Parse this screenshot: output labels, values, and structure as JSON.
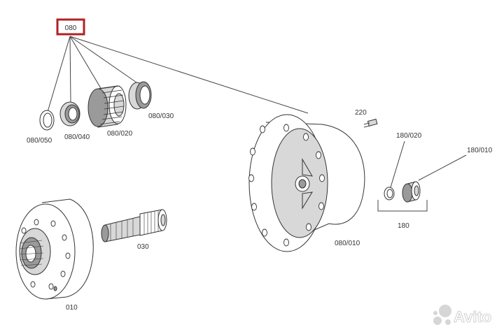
{
  "highlight": {
    "label": "080",
    "color": "#b22222"
  },
  "parts": {
    "p080_050": "080/050",
    "p080_040": "080/040",
    "p080_020": "080/020",
    "p080_030": "080/030",
    "p220": "220",
    "p180_020": "180/020",
    "p180_010": "180/010",
    "p180": "180",
    "p080_010": "080/010",
    "p030": "030",
    "p010": "010"
  },
  "watermark": {
    "text": "Avito",
    "icon": "avito-dots-icon"
  }
}
